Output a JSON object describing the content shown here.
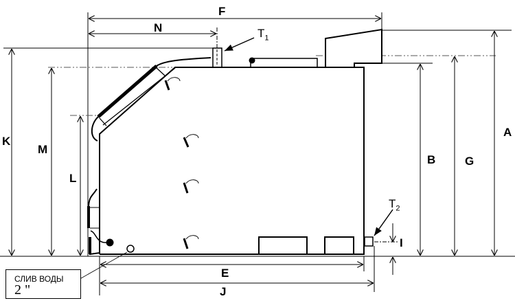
{
  "dimensions": {
    "F": "F",
    "N": "N",
    "K": "K",
    "M": "M",
    "L": "L",
    "B": "B",
    "G": "G",
    "A": "A",
    "E": "E",
    "J": "J",
    "I": "I"
  },
  "sensors": {
    "t1_main": "T",
    "t1_sub": "1",
    "t2_main": "T",
    "t2_sub": "2"
  },
  "drain": {
    "label": "СЛИВ ВОДЫ",
    "size": "2 \""
  }
}
